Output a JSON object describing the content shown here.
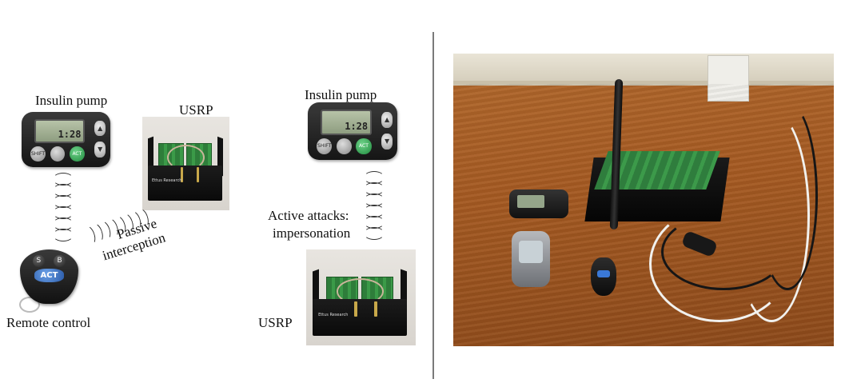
{
  "figure": {
    "left_labels": {
      "insulin_pump_left": "Insulin pump",
      "usrp_top": "USRP",
      "passive_line1": "Passive",
      "passive_line2": "interception",
      "remote_control": "Remote control",
      "insulin_pump_right": "Insulin pump",
      "active_line1": "Active attacks:",
      "active_line2": "impersonation",
      "usrp_bottom": "USRP"
    },
    "device_text": {
      "pump_button_left": "SHIFT",
      "pump_button_act": "ACT",
      "remote_key_s": "S",
      "remote_key_b": "B",
      "remote_key_act": "ACT",
      "usrp_logo": "Ettus Research"
    },
    "colors": {
      "background": "#ffffff",
      "divider": "#7a7a7a",
      "text": "#111111",
      "board_green": "#3b9a48",
      "act_button_green": "#1f8a3d",
      "remote_act_blue": "#2a5aa8",
      "table_wood": "#a55a22"
    }
  }
}
